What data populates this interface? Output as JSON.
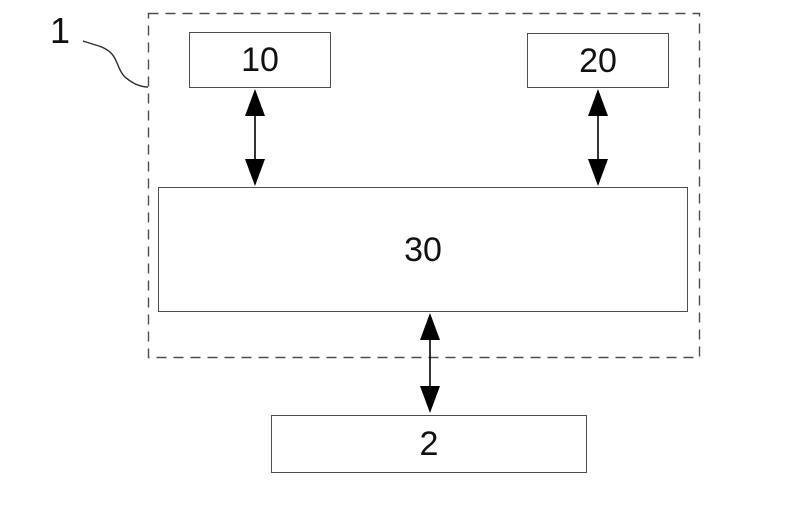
{
  "figure": {
    "outer_label": "1",
    "boxes": [
      {
        "id": "10",
        "label": "10"
      },
      {
        "id": "20",
        "label": "20"
      },
      {
        "id": "30",
        "label": "30"
      },
      {
        "id": "2",
        "label": "2"
      }
    ],
    "connectors": [
      {
        "name": "arrow-10-30",
        "type": "bidirectional-arrow",
        "from": "10",
        "to": "30"
      },
      {
        "name": "arrow-20-30",
        "type": "bidirectional-arrow",
        "from": "20",
        "to": "30"
      },
      {
        "name": "arrow-30-2",
        "type": "bidirectional-arrow",
        "from": "30",
        "to": "2"
      },
      {
        "name": "leader-line-1",
        "type": "leader-line",
        "from": "1",
        "to": "system-boundary"
      }
    ],
    "boundary": {
      "name": "system-boundary",
      "style": "dashed"
    },
    "colors": {
      "background": "#ffffff",
      "line": "#4d4d4d",
      "arrow": "#000000",
      "text": "#111111"
    }
  }
}
